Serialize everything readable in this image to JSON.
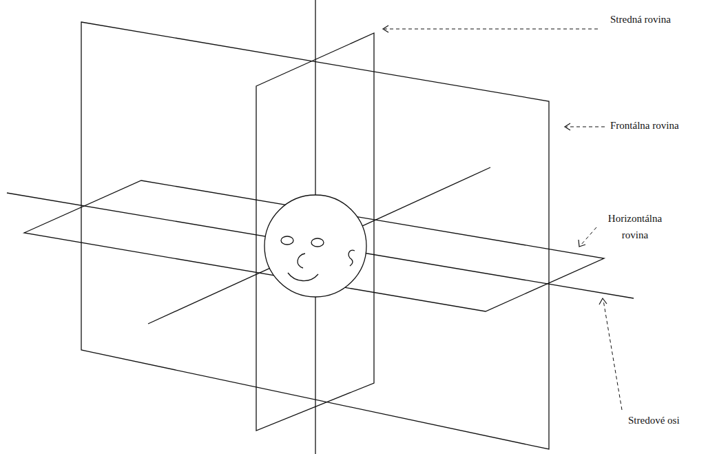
{
  "diagram": {
    "labels": [
      "Stredná rovina",
      "Frontálna rovina",
      "Horizontálna rovina",
      "Stredové osi"
    ]
  }
}
